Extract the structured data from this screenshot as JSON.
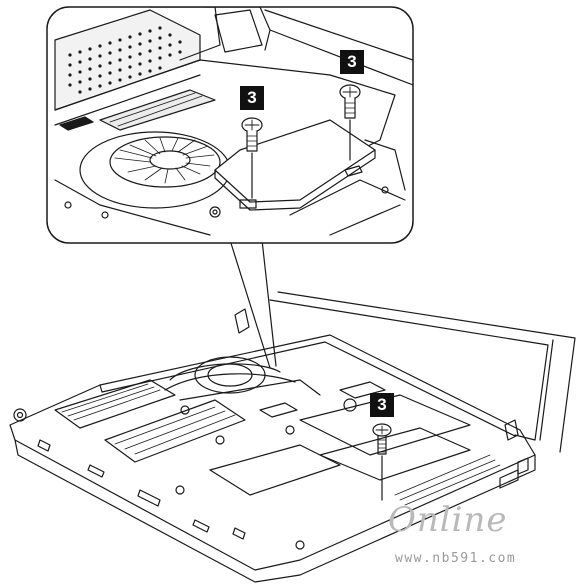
{
  "callouts": {
    "step_label": "3"
  },
  "watermark": {
    "logo_text": "Online",
    "url": "www.nb591.com"
  },
  "colors": {
    "line": "#1a1a1a",
    "badge_bg": "#111111",
    "watermark": "#b9b9b9",
    "shade": "#e6e6e6"
  }
}
